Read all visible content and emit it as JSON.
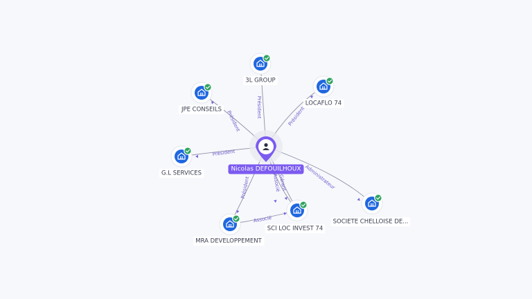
{
  "colors": {
    "company": "#1f67e0",
    "check": "#2ea35f",
    "person": "#7b5bf0",
    "edge_label": "#6e5fcf",
    "edge": "#8d8fa6"
  },
  "center": {
    "name": "Nicolas DEFOUILHOUX",
    "icon": "person-icon"
  },
  "companies": [
    {
      "id": "3l-group",
      "name": "3L GROUP",
      "icon": "building-icon",
      "verified": true
    },
    {
      "id": "locaflo-74",
      "name": "LOCAFLO 74",
      "icon": "building-icon",
      "verified": true
    },
    {
      "id": "jpe-conseils",
      "name": "JPE CONSEILS",
      "icon": "building-icon",
      "verified": true
    },
    {
      "id": "gl-services",
      "name": "G.L SERVICES",
      "icon": "building-icon",
      "verified": true
    },
    {
      "id": "societe-chelloise",
      "name": "SOCIETE CHELLOISE DE...",
      "icon": "building-icon",
      "verified": true
    },
    {
      "id": "sci-loc-invest-74",
      "name": "SCI LOC INVEST 74",
      "icon": "building-icon",
      "verified": true
    },
    {
      "id": "mra-developpement",
      "name": "MRA DEVELOPPEMENT",
      "icon": "building-icon",
      "verified": true
    }
  ],
  "links": [
    {
      "from": "center",
      "to": "3l-group",
      "label": "Président"
    },
    {
      "from": "center",
      "to": "locaflo-74",
      "label": "Président"
    },
    {
      "from": "center",
      "to": "jpe-conseils",
      "label": "Président"
    },
    {
      "from": "center",
      "to": "gl-services",
      "label": "Président"
    },
    {
      "from": "center",
      "to": "societe-chelloise",
      "label": "Administrateur"
    },
    {
      "from": "center",
      "to": "sci-loc-invest-74",
      "label": "Gérant"
    },
    {
      "from": "center",
      "to": "sci-loc-invest-74",
      "label": "Associé"
    },
    {
      "from": "center",
      "to": "mra-developpement",
      "label": "Président"
    },
    {
      "from": "mra-developpement",
      "to": "sci-loc-invest-74",
      "label": "Associé"
    }
  ]
}
